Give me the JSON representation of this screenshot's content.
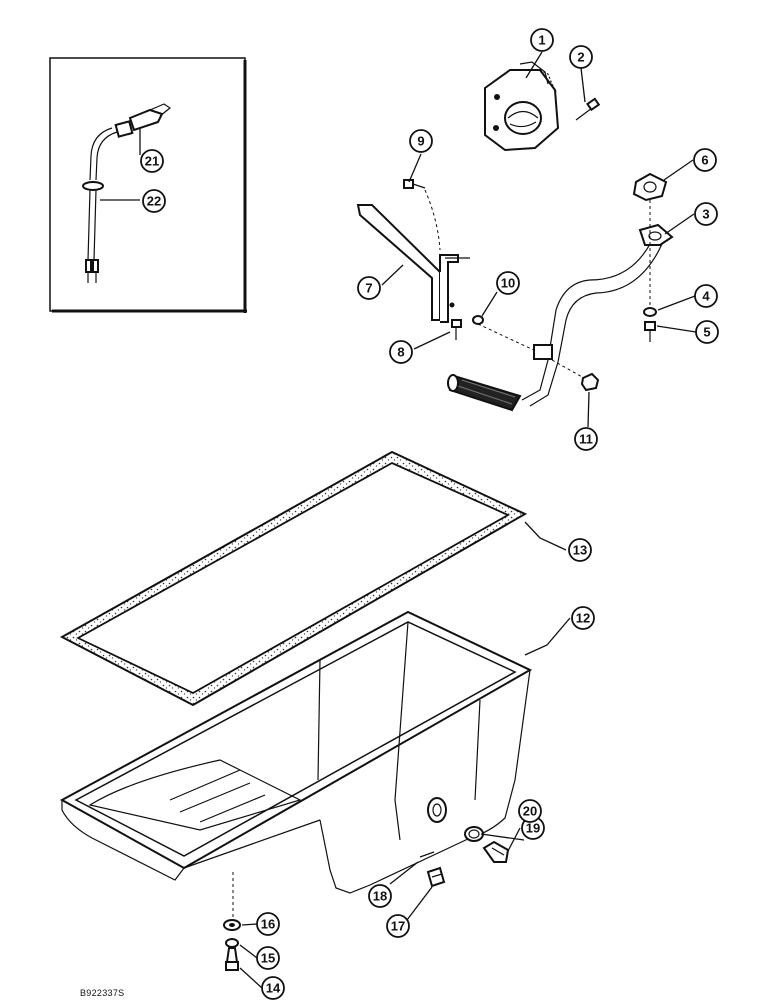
{
  "figure_code": "B922337S",
  "callouts": {
    "c1": "1",
    "c2": "2",
    "c3": "3",
    "c4": "4",
    "c5": "5",
    "c6": "6",
    "c7": "7",
    "c8": "8",
    "c9": "9",
    "c10": "10",
    "c11": "11",
    "c12": "12",
    "c13": "13",
    "c14": "14",
    "c15": "15",
    "c16": "16",
    "c17": "17",
    "c18": "18",
    "c19": "19",
    "c20": "20",
    "c21": "21",
    "c22": "22"
  }
}
